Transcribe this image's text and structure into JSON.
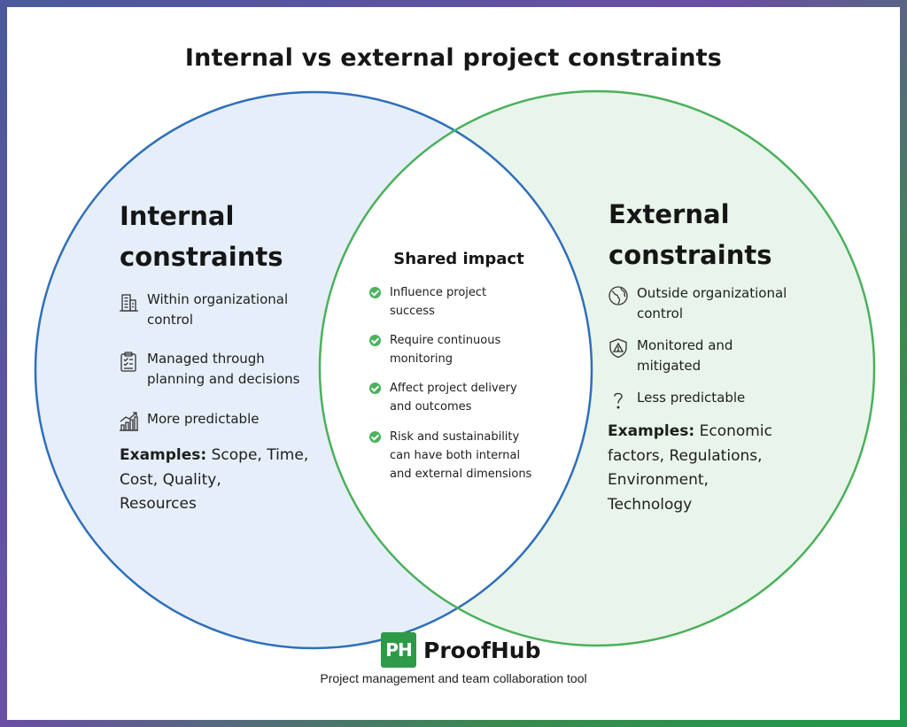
{
  "title": "Internal vs external project constraints",
  "colors": {
    "internal_stroke": "#2f6fba",
    "internal_fill": "#e6eff9",
    "external_stroke": "#4bb05c",
    "external_fill": "#e9f5ea",
    "overlap_fill": "#ffffff",
    "check": "#49b35a",
    "logo": "#2e9a47"
  },
  "internal": {
    "heading_line1": "Internal",
    "heading_line2": "constraints",
    "items": [
      {
        "icon": "building-icon",
        "line1": "Within organizational",
        "line2": "control"
      },
      {
        "icon": "clipboard-icon",
        "line1": "Managed through",
        "line2": "planning and decisions"
      },
      {
        "icon": "growth-chart-icon",
        "line1": "More predictable",
        "line2": ""
      }
    ],
    "examples_label": "Examples:",
    "examples_line1": " Scope, Time,",
    "examples_line2": "Cost, Quality,",
    "examples_line3": "Resources"
  },
  "shared": {
    "heading": "Shared impact",
    "items": [
      {
        "line1": "Influence project",
        "line2": "success",
        "line3": ""
      },
      {
        "line1": "Require continuous",
        "line2": "monitoring",
        "line3": ""
      },
      {
        "line1": "Affect project delivery",
        "line2": "and outcomes",
        "line3": ""
      },
      {
        "line1": "Risk and sustainability",
        "line2": "can have both internal",
        "line3": "and external dimensions"
      }
    ]
  },
  "external": {
    "heading_line1": "External",
    "heading_line2": "constraints",
    "items": [
      {
        "icon": "globe-icon",
        "line1": "Outside organizational",
        "line2": "control"
      },
      {
        "icon": "warning-shield-icon",
        "line1": "Monitored and",
        "line2": "mitigated"
      },
      {
        "icon": "question-mark-icon",
        "line1": "Less predictable",
        "line2": ""
      }
    ],
    "examples_label": "Examples:",
    "examples_line1": " Economic",
    "examples_line2": "factors, Regulations,",
    "examples_line3": "Environment,",
    "examples_line4": "Technology"
  },
  "brand": {
    "logo_text": "PH",
    "name": "ProofHub",
    "tagline": "Project management and team collaboration tool"
  }
}
